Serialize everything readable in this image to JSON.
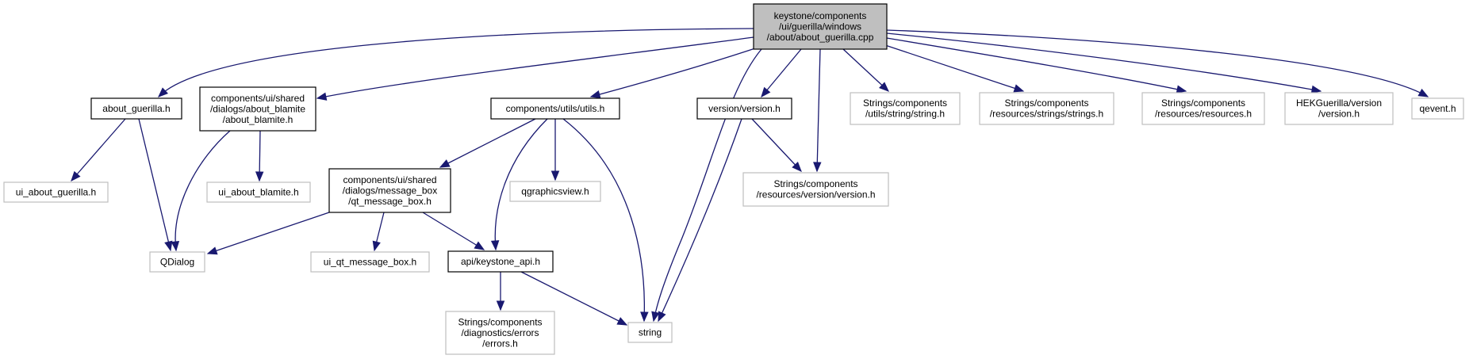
{
  "title": "Include dependency graph for about_guerilla.cpp",
  "colors": {
    "edge": "#191970",
    "root_fill": "#bfbfbf",
    "documented_border": "#000000",
    "external_border": "#bfbfbf"
  },
  "nodes": [
    {
      "id": "root",
      "kind": "root",
      "lines": [
        "keystone/components",
        "/ui/guerilla/windows",
        "/about/about_guerilla.cpp"
      ]
    },
    {
      "id": "about_guerilla_h",
      "kind": "documented",
      "lines": [
        "about_guerilla.h"
      ]
    },
    {
      "id": "about_blamite_h",
      "kind": "documented",
      "lines": [
        "components/ui/shared",
        "/dialogs/about_blamite",
        "/about_blamite.h"
      ]
    },
    {
      "id": "utils_h",
      "kind": "documented",
      "lines": [
        "components/utils/utils.h"
      ]
    },
    {
      "id": "version_h",
      "kind": "documented",
      "lines": [
        "version/version.h"
      ]
    },
    {
      "id": "string_h",
      "kind": "external",
      "lines": [
        "Strings/components",
        "/utils/string/string.h"
      ]
    },
    {
      "id": "strings_h",
      "kind": "external",
      "lines": [
        "Strings/components",
        "/resources/strings/strings.h"
      ]
    },
    {
      "id": "resources_h",
      "kind": "external",
      "lines": [
        "Strings/components",
        "/resources/resources.h"
      ]
    },
    {
      "id": "hek_version_h",
      "kind": "external",
      "lines": [
        "HEKGuerilla/version",
        "/version.h"
      ]
    },
    {
      "id": "qevent_h",
      "kind": "external",
      "lines": [
        "qevent.h"
      ]
    },
    {
      "id": "ui_about_guerilla_h",
      "kind": "external",
      "lines": [
        "ui_about_guerilla.h"
      ]
    },
    {
      "id": "ui_about_blamite_h",
      "kind": "external",
      "lines": [
        "ui_about_blamite.h"
      ]
    },
    {
      "id": "qt_message_box_h",
      "kind": "documented",
      "lines": [
        "components/ui/shared",
        "/dialogs/message_box",
        "/qt_message_box.h"
      ]
    },
    {
      "id": "qgraphicsview_h",
      "kind": "external",
      "lines": [
        "qgraphicsview.h"
      ]
    },
    {
      "id": "res_version_h",
      "kind": "external",
      "lines": [
        "Strings/components",
        "/resources/version/version.h"
      ]
    },
    {
      "id": "qdialog",
      "kind": "external",
      "lines": [
        "QDialog"
      ]
    },
    {
      "id": "ui_qt_message_box_h",
      "kind": "external",
      "lines": [
        "ui_qt_message_box.h"
      ]
    },
    {
      "id": "keystone_api_h",
      "kind": "documented",
      "lines": [
        "api/keystone_api.h"
      ]
    },
    {
      "id": "errors_h",
      "kind": "external",
      "lines": [
        "Strings/components",
        "/diagnostics/errors",
        "/errors.h"
      ]
    },
    {
      "id": "string",
      "kind": "external",
      "lines": [
        "string"
      ]
    }
  ],
  "edges": [
    [
      "root",
      "about_guerilla_h"
    ],
    [
      "root",
      "about_blamite_h"
    ],
    [
      "root",
      "utils_h"
    ],
    [
      "root",
      "string"
    ],
    [
      "root",
      "version_h"
    ],
    [
      "root",
      "res_version_h"
    ],
    [
      "root",
      "string_h"
    ],
    [
      "root",
      "strings_h"
    ],
    [
      "root",
      "resources_h"
    ],
    [
      "root",
      "hek_version_h"
    ],
    [
      "root",
      "qevent_h"
    ],
    [
      "about_guerilla_h",
      "ui_about_guerilla_h"
    ],
    [
      "about_guerilla_h",
      "qdialog"
    ],
    [
      "about_blamite_h",
      "qdialog"
    ],
    [
      "about_blamite_h",
      "ui_about_blamite_h"
    ],
    [
      "utils_h",
      "qt_message_box_h"
    ],
    [
      "utils_h",
      "keystone_api_h"
    ],
    [
      "utils_h",
      "qgraphicsview_h"
    ],
    [
      "utils_h",
      "string"
    ],
    [
      "version_h",
      "res_version_h"
    ],
    [
      "version_h",
      "string"
    ],
    [
      "qt_message_box_h",
      "qdialog"
    ],
    [
      "qt_message_box_h",
      "ui_qt_message_box_h"
    ],
    [
      "qt_message_box_h",
      "keystone_api_h"
    ],
    [
      "keystone_api_h",
      "errors_h"
    ],
    [
      "keystone_api_h",
      "string"
    ]
  ]
}
